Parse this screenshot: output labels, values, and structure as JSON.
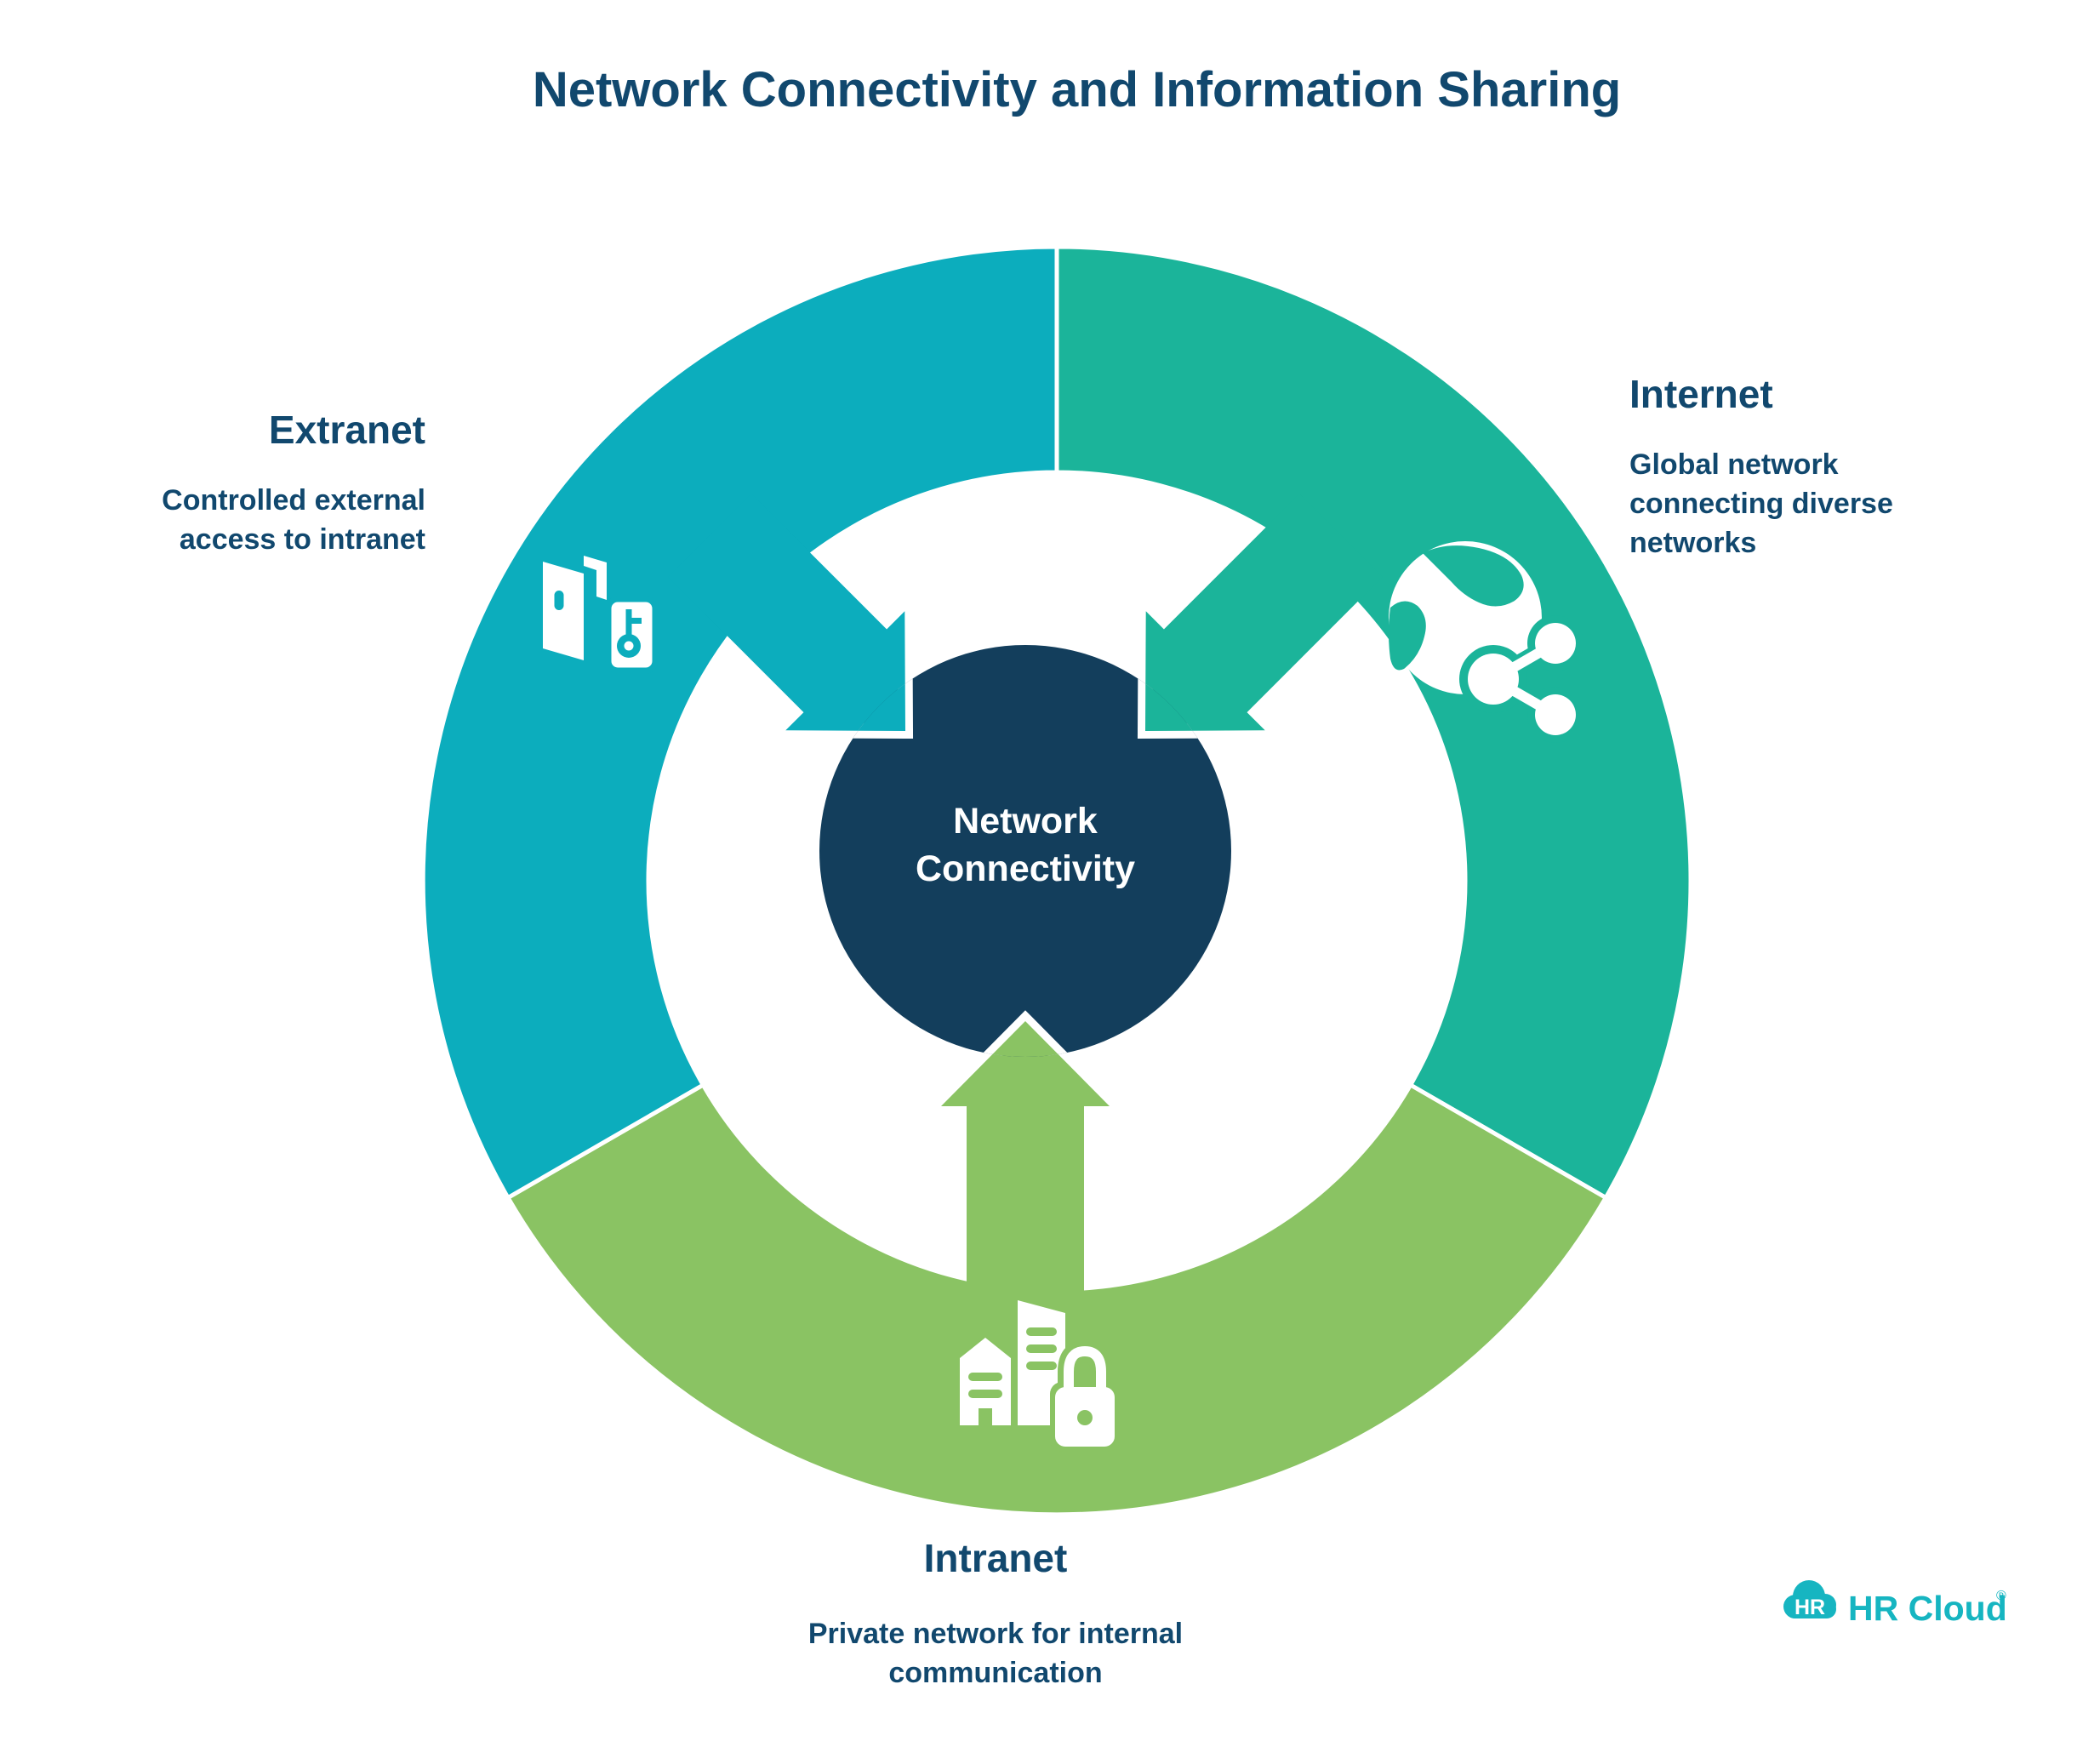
{
  "title": "Network Connectivity and Information Sharing",
  "center": {
    "label_line1": "Network",
    "label_line2": "Connectivity",
    "color": "#133e5c"
  },
  "segments": {
    "extranet": {
      "label": "Extranet",
      "description": "Controlled external access to intranet",
      "color": "#0cadbd",
      "icon": "open-door-with-key-card"
    },
    "internet": {
      "label": "Internet",
      "description": "Global network connecting diverse networks",
      "color": "#1bb49a",
      "icon": "globe-with-share-nodes"
    },
    "intranet": {
      "label": "Intranet",
      "description": "Private network for internal communication",
      "color": "#8ac363",
      "icon": "buildings-with-padlock"
    }
  },
  "colors": {
    "background": "#ffffff",
    "text_navy": "#11486e",
    "center_navy": "#133e5c",
    "logo_teal": "#16b5c1"
  },
  "logo": {
    "badge": "HR",
    "text": "HR Cloud",
    "registered": "®"
  }
}
